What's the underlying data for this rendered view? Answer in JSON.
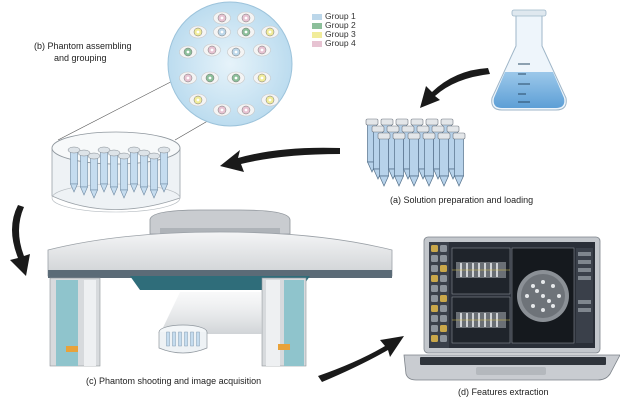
{
  "labels": {
    "a": "(a)  Solution preparation and loading",
    "b_line1": "(b)  Phantom assembling",
    "b_line2": "and grouping",
    "c": "(c)  Phantom shooting and image acquisition",
    "d": "(d)  Features extraction"
  },
  "legend": [
    {
      "name": "Group 1",
      "color": "#bcd7ea"
    },
    {
      "name": "Group 2",
      "color": "#8cbf9a"
    },
    {
      "name": "Group 3",
      "color": "#f1ec9a"
    },
    {
      "name": "Group 4",
      "color": "#e7c3d2"
    }
  ],
  "palette": {
    "phantom_disc": "#cfe6f3",
    "tube_fill": "#b7d2ea",
    "scanner_body": "#e2e4e6",
    "scanner_teal": "#8fc4cc",
    "scanner_dark": "#2f6d7a",
    "laptop_body": "#cfd2d6",
    "screen_bg": "#2a2f38",
    "arrow": "#1a1a1a"
  }
}
